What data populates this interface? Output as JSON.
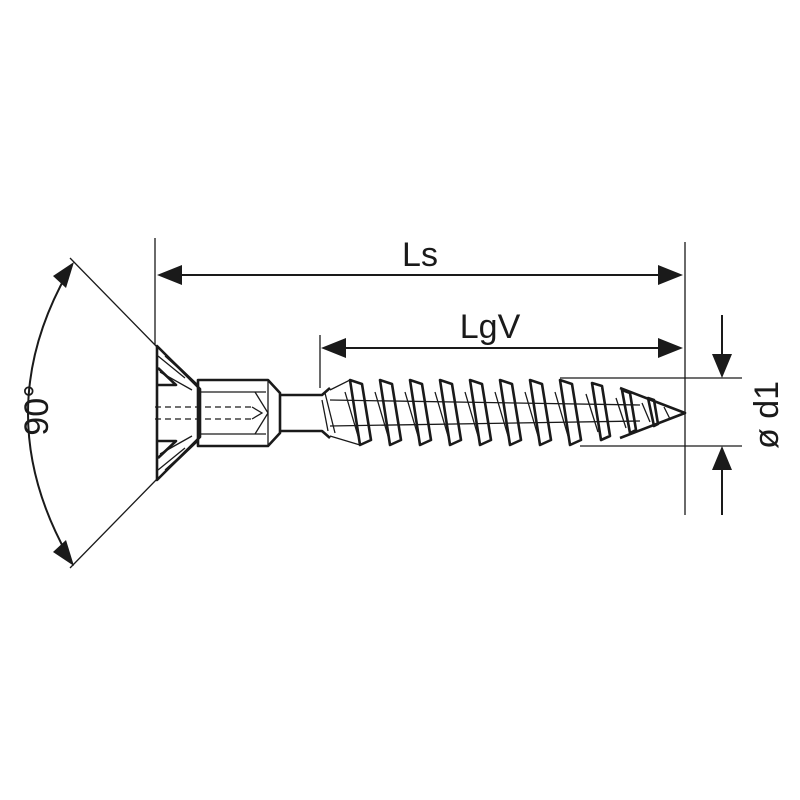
{
  "labels": {
    "ls": "Ls",
    "lgv": "LgV",
    "d1": "ø d1",
    "angle": "90°"
  },
  "colors": {
    "ink": "#1a1a1a",
    "background": "#ffffff"
  }
}
